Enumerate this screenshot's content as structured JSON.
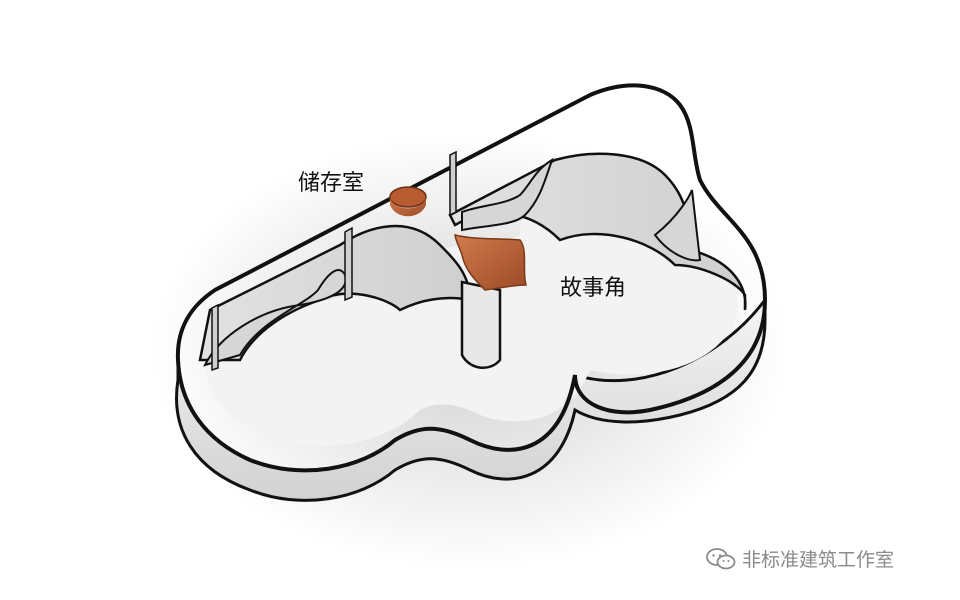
{
  "labels": {
    "storage_room": "储存室",
    "story_corner": "故事角"
  },
  "watermark": {
    "icon": "wechat-icon",
    "text": "非标准建筑工作室"
  },
  "colors": {
    "wall_face": "#ffffff",
    "wall_side": "#dcdcdc",
    "floor": "#f2f2f2",
    "outline": "#111111",
    "accent_terracotta": "#c0673e",
    "accent_dark": "#8f4522",
    "watermark": "#8a8a8a"
  }
}
